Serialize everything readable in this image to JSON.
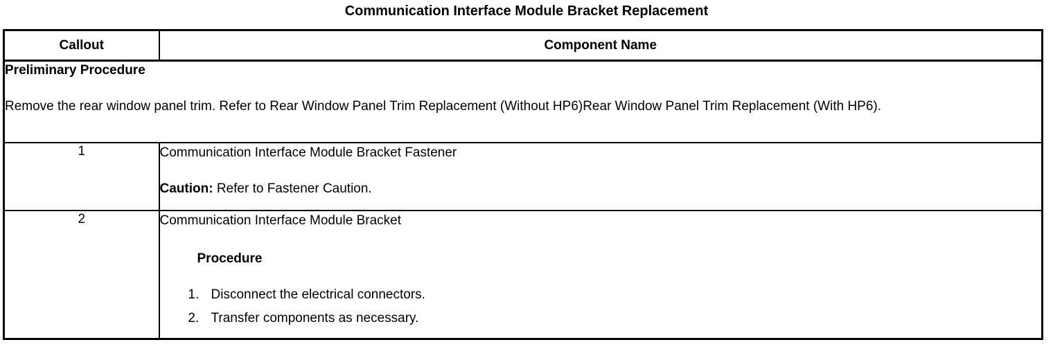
{
  "document": {
    "title": "Communication Interface Module Bracket Replacement"
  },
  "table": {
    "headers": {
      "callout": "Callout",
      "component_name": "Component Name"
    },
    "preliminary": {
      "heading": "Preliminary Procedure",
      "text": "Remove the rear window panel trim. Refer to Rear Window Panel Trim Replacement (Without HP6)Rear Window Panel Trim Replacement (With HP6)."
    },
    "rows": [
      {
        "callout": "1",
        "component_name": "Communication Interface Module Bracket Fastener",
        "caution_label": "Caution:",
        "caution_text": " Refer to Fastener Caution."
      },
      {
        "callout": "2",
        "component_name": "Communication Interface Module Bracket",
        "procedure_heading": "Procedure",
        "steps": [
          "Disconnect the electrical connectors.",
          "Transfer components as necessary."
        ]
      }
    ]
  }
}
